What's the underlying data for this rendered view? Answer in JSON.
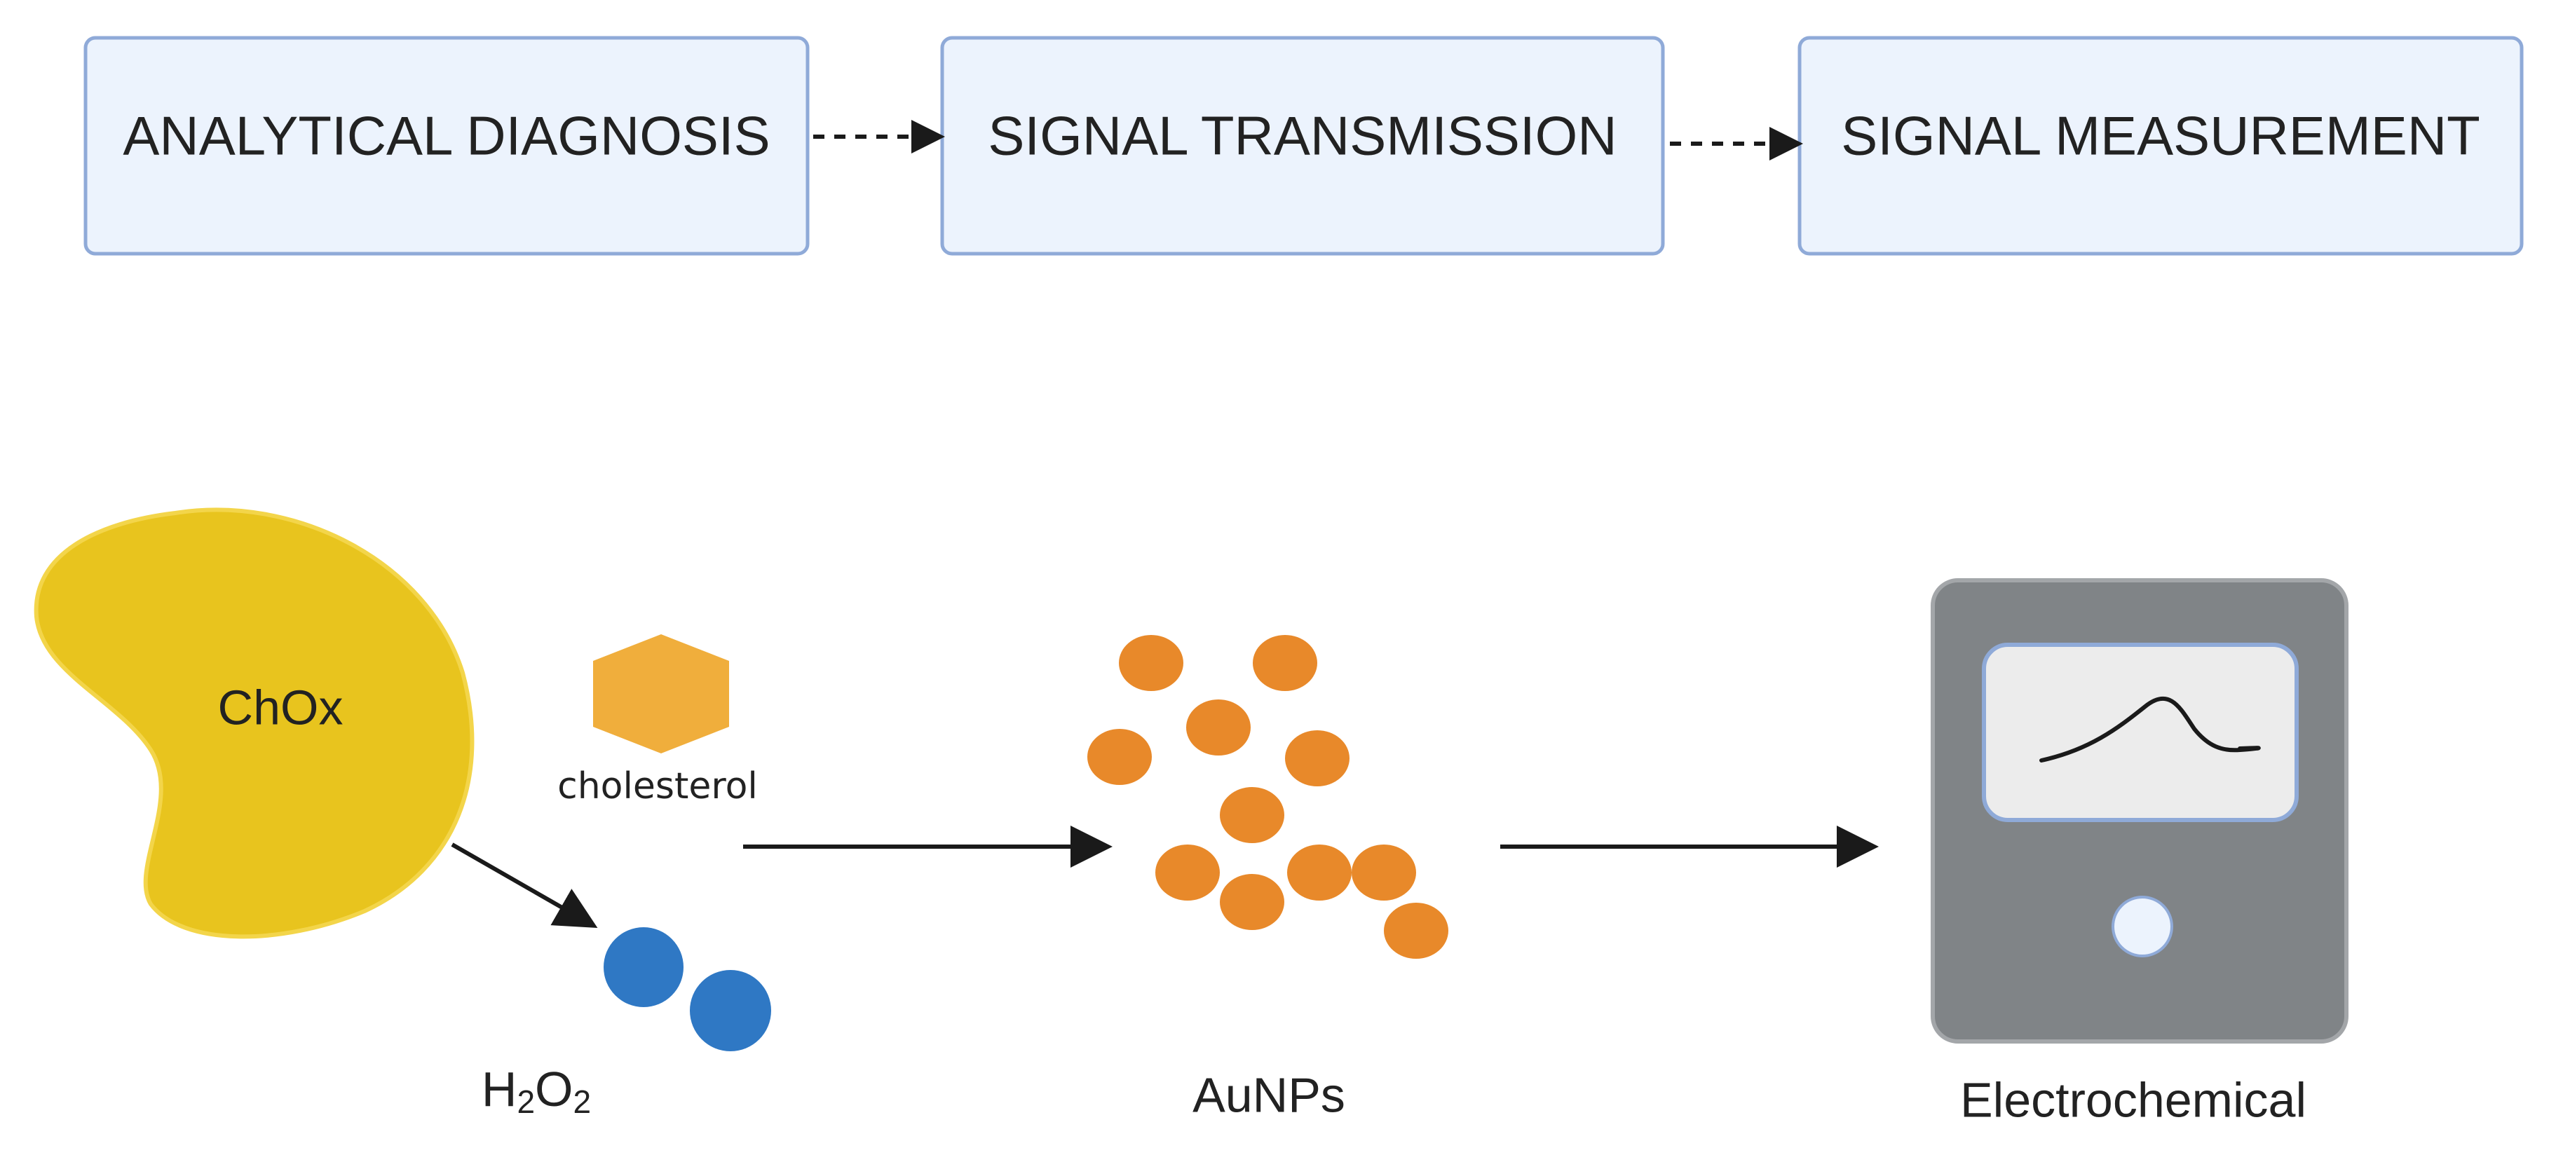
{
  "steps": [
    {
      "label": "ANALYTICAL DIAGNOSIS"
    },
    {
      "label": "SIGNAL TRANSMISSION"
    },
    {
      "label": "SIGNAL MEASUREMENT"
    }
  ],
  "illustration": {
    "enzyme_label": "ChOx",
    "substrate_label": "cholesterol",
    "product_label": {
      "base1": "H",
      "sub1": "2",
      "base2": "O",
      "sub2": "2"
    },
    "nanoparticle_label": "AuNPs",
    "device_label": "Electrochemical"
  },
  "colors": {
    "box_fill": "#ecf3fd",
    "box_border": "#8faad8",
    "enzyme": "#e8c41e",
    "cholesterol": "#f0ae3c",
    "h2o2": "#2f78c4",
    "aunp": "#e8892a",
    "device_body": "#808487",
    "device_screen": "#ececec"
  }
}
